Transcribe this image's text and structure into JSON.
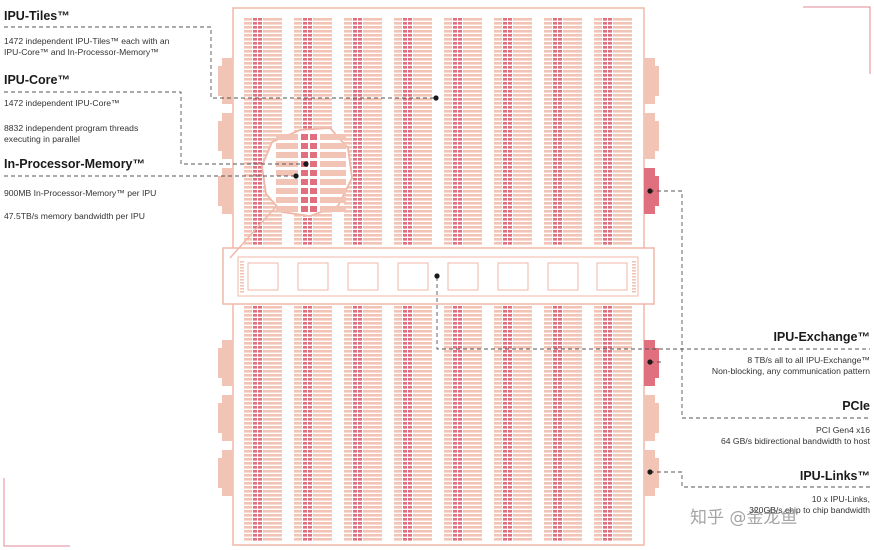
{
  "left": {
    "tiles": {
      "title": "IPU-Tiles™",
      "lines": [
        "1472 independent IPU-Tiles™ each with an",
        "IPU-Core™ and In-Processor-Memory™"
      ]
    },
    "core": {
      "title": "IPU-Core™",
      "line1": "1472 independent IPU-Core™",
      "lines2": [
        "8832 independent program threads",
        "executing in parallel"
      ]
    },
    "memory": {
      "title": "In-Processor-Memory™",
      "line1": "900MB In-Processor-Memory™ per IPU",
      "line2": "47.5TB/s memory bandwidth per IPU"
    }
  },
  "right": {
    "exchange": {
      "title": "IPU-Exchange™",
      "lines": [
        "8 TB/s all to all IPU-Exchange™",
        "Non-blocking, any communication pattern"
      ]
    },
    "pcie": {
      "title": "PCIe",
      "lines": [
        "PCI Gen4 x16",
        "64 GB/s bidirectional bandwidth to host"
      ]
    },
    "links": {
      "title": "IPU-Links™",
      "lines": [
        "10 x IPU-Links,",
        "320GB/s chip to chip bandwidth"
      ]
    }
  },
  "watermark": "知乎 @金龙鱼",
  "colors": {
    "tile_light": "#f2c4b5",
    "tile_red": "#e0707e",
    "outline": "#f0b8a8",
    "accent_line": "#e08a94"
  }
}
